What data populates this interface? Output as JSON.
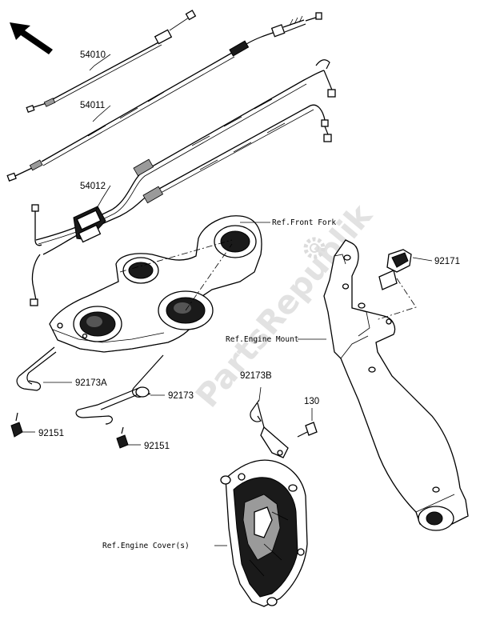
{
  "watermark": "PartsRepublik",
  "icons": {
    "direction_arrow": "front-direction-arrow-icon",
    "watermark_gear": "gear-icon"
  },
  "parts": {
    "cable_54010": "54010",
    "cable_54011": "54011",
    "cable_54012": "54012",
    "clamp_92171": "92171",
    "clamp_92173a": "92173A",
    "clamp_92173": "92173",
    "clamp_92173b": "92173B",
    "bolt_130": "130",
    "bolt_92151_left": "92151",
    "bolt_92151_right": "92151"
  },
  "references": {
    "front_fork": "Ref.Front Fork",
    "engine_mount": "Ref.Engine Mount",
    "engine_cover": "Ref.Engine Cover(s)"
  }
}
